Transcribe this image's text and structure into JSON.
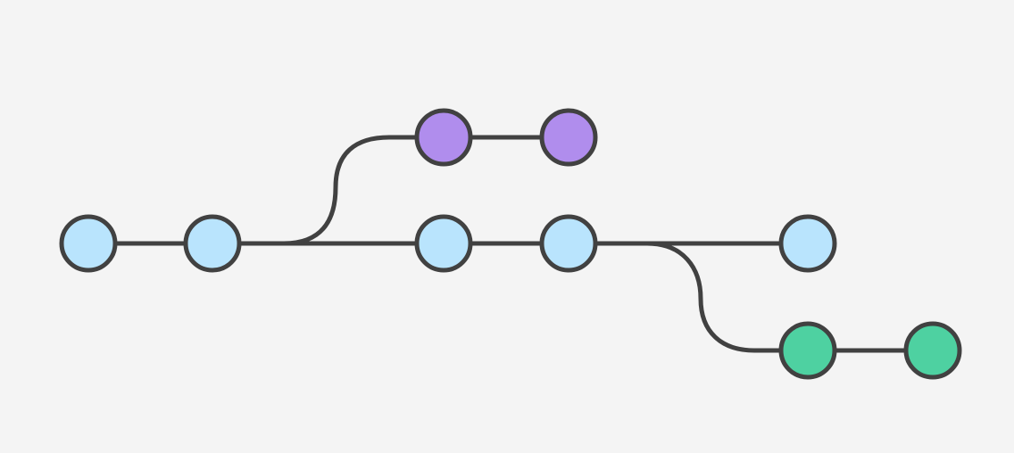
{
  "colors": {
    "background": "#f4f4f4",
    "edge": "#414141",
    "outline": "#414141",
    "main_branch": "#b9e4fd",
    "feature_branch_top": "#b08ded",
    "feature_branch_bottom": "#4ed1a1"
  },
  "branches": [
    {
      "id": "main",
      "color_key": "main_branch",
      "commit_count": 5
    },
    {
      "id": "feature-top",
      "color_key": "feature_branch_top",
      "commit_count": 2,
      "forks_after_commit": 2
    },
    {
      "id": "feature-bottom",
      "color_key": "feature_branch_bottom",
      "commit_count": 2,
      "forks_after_commit": 4
    }
  ]
}
